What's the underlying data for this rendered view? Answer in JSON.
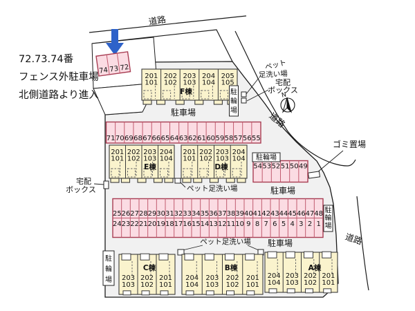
{
  "notes": [
    "72.73.74番",
    "フェンス外駐車場",
    "北側道路より進入"
  ],
  "labels": {
    "road": "道路",
    "parking_lot": "駐車場",
    "bicycle": "駐輪場",
    "pet_wash": "ペット足洗い場",
    "pet_wash_line1": "ペット",
    "pet_wash_line2": "足洗い場",
    "delivery_line1": "宅配",
    "delivery_line2": "ボックス",
    "garbage": "ゴミ置場",
    "north": "N"
  },
  "parking": {
    "fence_outside": [
      "74",
      "73",
      "72"
    ],
    "row_top": [
      "71",
      "70",
      "69",
      "68",
      "67",
      "66",
      "65",
      "64",
      "63",
      "62",
      "61",
      "60",
      "59",
      "58",
      "57",
      "56",
      "55"
    ],
    "row_right": [
      "54",
      "53",
      "52",
      "51",
      "50",
      "49"
    ],
    "row_double_top": [
      "25",
      "26",
      "27",
      "28",
      "29",
      "30",
      "31",
      "32",
      "33",
      "34",
      "35",
      "36",
      "37",
      "38",
      "39",
      "40",
      "41",
      "42",
      "43",
      "44",
      "45",
      "46",
      "47",
      "48"
    ],
    "row_double_bottom": [
      "24",
      "23",
      "22",
      "21",
      "20",
      "19",
      "18",
      "17",
      "16",
      "15",
      "14",
      "13",
      "12",
      "11",
      "10",
      "9",
      "8",
      "7",
      "6",
      "5",
      "4",
      "3",
      "2",
      "1"
    ]
  },
  "buildings": [
    {
      "name": "F棟",
      "units": [
        [
          "201",
          "101"
        ],
        [
          "202",
          "102"
        ],
        [
          "203",
          "103"
        ],
        [
          "204",
          "104"
        ],
        [
          "205",
          "105"
        ]
      ]
    },
    {
      "name": "E棟",
      "units": [
        [
          "201",
          "101"
        ],
        [
          "202",
          "102"
        ],
        [
          "203",
          "103"
        ],
        [
          "204",
          "104"
        ]
      ]
    },
    {
      "name": "D棟",
      "units": [
        [
          "201",
          "101"
        ],
        [
          "202",
          "102"
        ],
        [
          "203",
          "103"
        ],
        [
          "204",
          "104"
        ]
      ]
    },
    {
      "name": "C棟",
      "units": [
        [
          "203",
          "103"
        ],
        [
          "202",
          "102"
        ],
        [
          "201",
          "101"
        ]
      ]
    },
    {
      "name": "B棟",
      "units": [
        [
          "204",
          "104"
        ],
        [
          "203",
          "103"
        ],
        [
          "202",
          "102"
        ],
        [
          "201",
          "101"
        ]
      ]
    },
    {
      "name": "A棟",
      "units": [
        [
          "204",
          "104"
        ],
        [
          "203",
          "103"
        ],
        [
          "202",
          "102"
        ],
        [
          "201",
          "101"
        ]
      ]
    }
  ],
  "colors": {
    "site_fill": "#f1f1f1",
    "space_fill": "#fbdce3",
    "space_stroke": "#c05a6e",
    "space_border": "#a83c52",
    "building_fill": "#faf3cd",
    "arrow_blue": "#2e62c9"
  }
}
